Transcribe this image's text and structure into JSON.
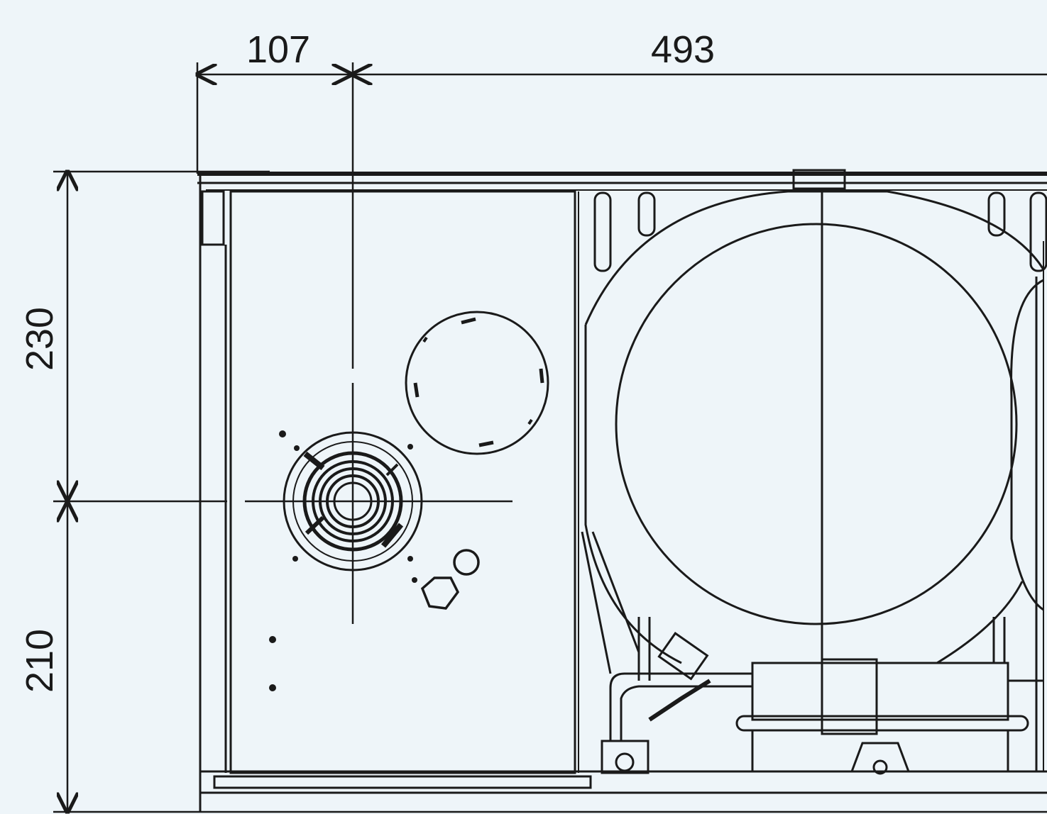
{
  "drawing": {
    "dimensions": {
      "top_left": "107",
      "top_right": "493",
      "left_upper": "230",
      "left_lower": "210"
    },
    "colors": {
      "background": "#eef5f9",
      "line": "#1a1a1a"
    }
  }
}
